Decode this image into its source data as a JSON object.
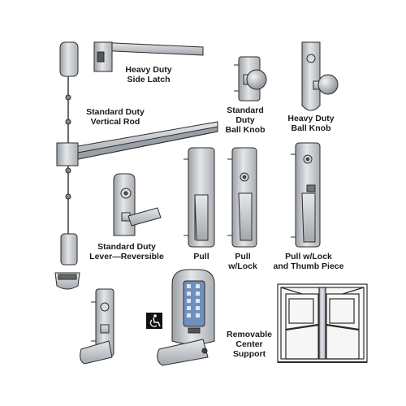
{
  "labels": {
    "heavy_duty_side_latch": [
      "Heavy Duty",
      "Side Latch"
    ],
    "standard_duty_vertical_rod": [
      "Standard Duty",
      "Vertical Rod"
    ],
    "standard_duty_ball_knob": [
      "Standard",
      "Duty",
      "Ball Knob"
    ],
    "heavy_duty_ball_knob": [
      "Heavy Duty",
      "Ball Knob"
    ],
    "standard_duty_lever_reversible": [
      "Standard  Duty",
      "Lever—Reversible"
    ],
    "pull": [
      "Pull"
    ],
    "pull_w_lock": [
      "Pull",
      "w/Lock"
    ],
    "pull_w_lock_thumb_piece": [
      "Pull  w/Lock",
      "and Thumb Piece"
    ],
    "removable_center_support": [
      "Removable",
      "Center",
      "Support"
    ]
  },
  "icons": {
    "accessibility": "wheelchair-icon"
  },
  "colors": {
    "metal": "#c9ccd0",
    "metal_dark": "#8f9499",
    "outline": "#2b2b2b",
    "keypad_blue": "#5a7fb0",
    "label_text": "#1a1a1a"
  }
}
